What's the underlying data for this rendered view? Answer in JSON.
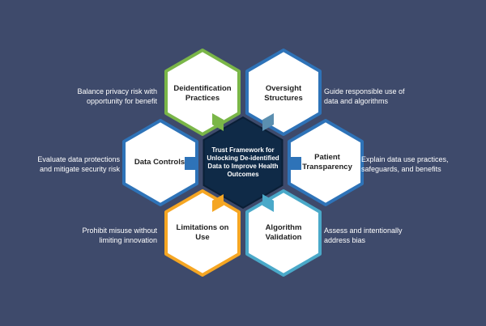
{
  "center": {
    "label": "Trust Framework for Unlocking De-identified Data to Improve Health Outcomes",
    "fill": "#0f2a47"
  },
  "hexagons": [
    {
      "id": "deidentification",
      "label": "Deidentification Practices",
      "border": "#7ab648"
    },
    {
      "id": "oversight",
      "label": "Oversight Structures",
      "border": "#2e73b8"
    },
    {
      "id": "data-controls",
      "label": "Data Controls",
      "border": "#2e73b8"
    },
    {
      "id": "patient-transparency",
      "label": "Patient Transparency",
      "border": "#2e73b8"
    },
    {
      "id": "limitations",
      "label": "Limitations on Use",
      "border": "#f5a623"
    },
    {
      "id": "algorithm-validation",
      "label": "Algorithm Validation",
      "border": "#4aa9c9"
    }
  ],
  "descriptions": {
    "deidentification": "Balance privacy risk with opportunity for benefit",
    "oversight": "Guide responsible use of data and algorithms",
    "data_controls": "Evaluate data protections and mitigate security risk",
    "patient_transparency": "Explain data use practices, safeguards, and benefits",
    "limitations": "Prohibit misuse without limiting innovation",
    "algorithm_validation": "Assess and intentionally address bias"
  },
  "connector_colors": {
    "green": "#7ab648",
    "blue": "#2e73b8",
    "orange": "#f5a623",
    "teal": "#4aa9c9",
    "steel": "#5b8fb0"
  }
}
